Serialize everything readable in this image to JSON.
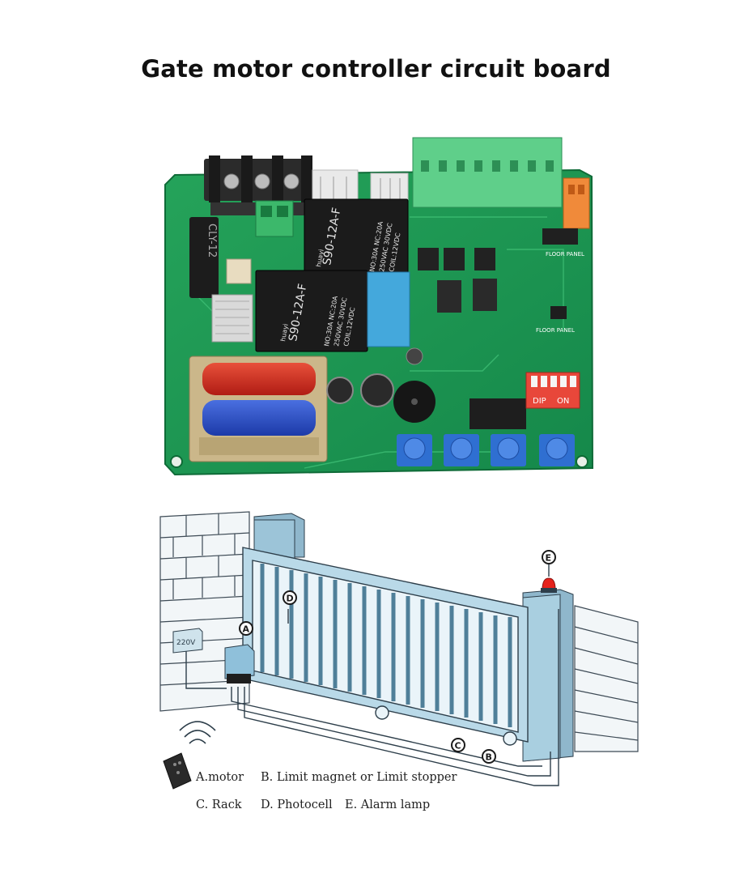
{
  "title": "Gate motor controller circuit board",
  "board": {
    "relay1": {
      "brand": "huayi",
      "model": "S90-12A-F",
      "spec1": "NO:30A NC:20A",
      "spec2": "250VAC 30VDC",
      "spec3": "COIL:12VDC"
    },
    "relay2": {
      "brand": "huayi",
      "model": "S90-12A-F",
      "spec1": "NO:30A NC:20A",
      "spec2": "250VAC 30VDC",
      "spec3": "COIL:12VDC"
    },
    "dip_label": "DIP",
    "dip_on": "ON",
    "floor_panel_1": "FLOOR PANEL",
    "floor_panel_2": "FLOOR PANEL",
    "fuse_label": "CLY-12"
  },
  "gate": {
    "voltage_box": "220V",
    "markers": [
      "A",
      "B",
      "C",
      "D",
      "E"
    ],
    "legend": [
      "A.motor",
      "B. Limit magnet or Limit stopper",
      "C. Rack",
      "D. Photocell",
      "E. Alarm lamp"
    ]
  }
}
